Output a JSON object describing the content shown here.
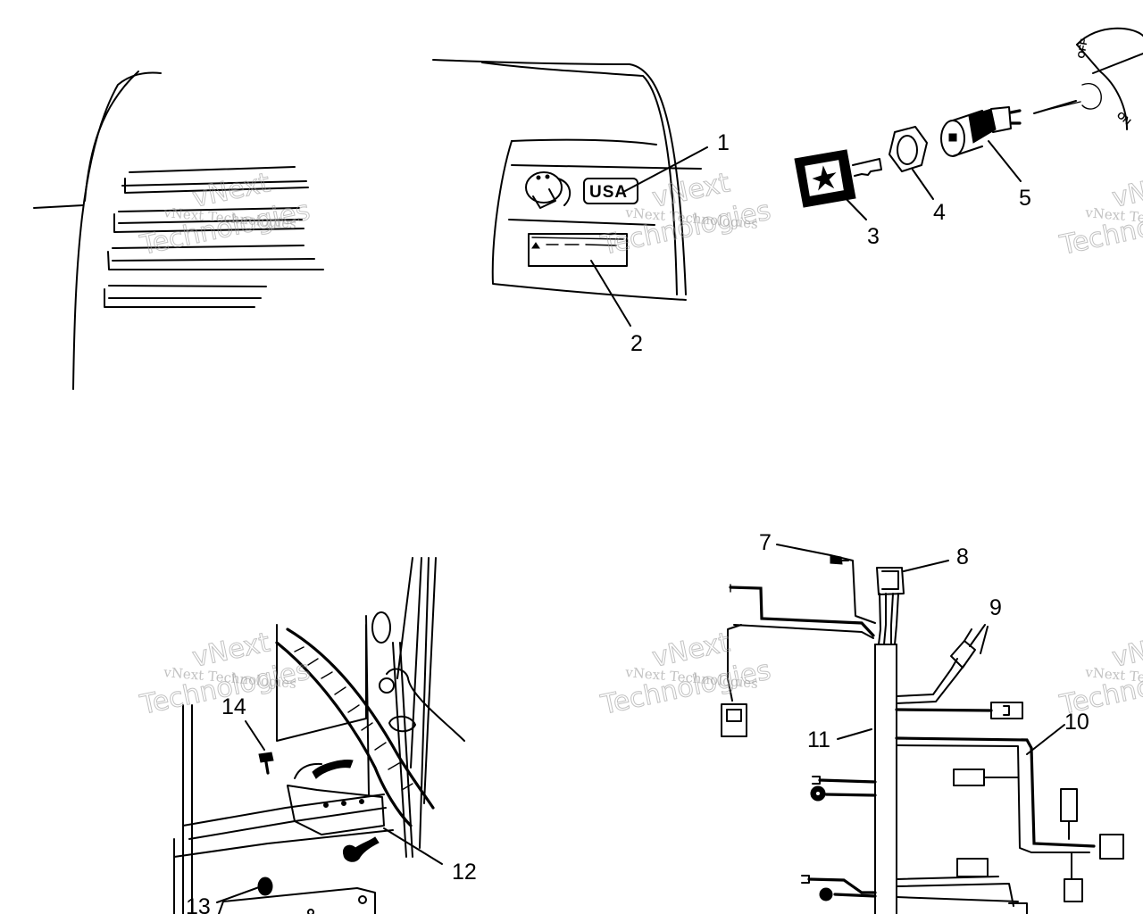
{
  "diagram": {
    "callouts": {
      "c1": "1",
      "c2": "2",
      "c3": "3",
      "c4": "4",
      "c5": "5",
      "c7": "7",
      "c8": "8",
      "c9": "9",
      "c10": "10",
      "c11": "11",
      "c12": "12",
      "c13": "13",
      "c14": "14"
    },
    "plate_label": "USA",
    "switch_labels": {
      "off": "OFF",
      "on": "ON"
    },
    "watermark": {
      "line1": "vNext Technologies",
      "line2": "vNext",
      "line3": "Technologies"
    }
  }
}
